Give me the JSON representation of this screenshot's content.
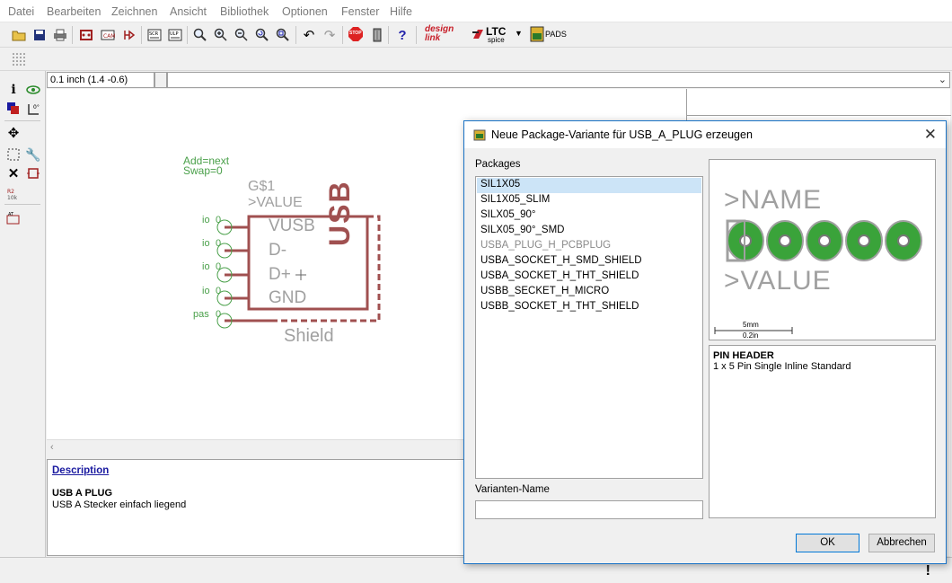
{
  "menu": [
    "Datei",
    "Bearbeiten",
    "Zeichnen",
    "Ansicht",
    "Bibliothek",
    "Optionen",
    "Fenster",
    "Hilfe"
  ],
  "toolbar": {
    "design_link_label": "design link",
    "ltc_label": "LTC",
    "spice_label": "spice",
    "pads_label": "PADS",
    "stop_label": "STOP"
  },
  "coord": "0.1 inch (1.4 -0.6)",
  "schematic": {
    "add_label": "Add=next",
    "swap_label": "Swap=0",
    "name_label": "G$1",
    "value_label": ">VALUE",
    "pins": [
      "VUSB",
      "D-",
      "D+",
      "GND"
    ],
    "pin_io": "io",
    "pin_pas": "pas",
    "pin_zero": "0",
    "symbol_text": "USB",
    "shield_label": "Shield"
  },
  "description": {
    "link": "Description",
    "title": "USB A PLUG",
    "text": "USB A Stecker einfach liegend"
  },
  "dialog": {
    "title": "Neue Package-Variante für USB_A_PLUG erzeugen",
    "packages_label": "Packages",
    "packages": [
      {
        "name": "SIL1X05",
        "selected": true,
        "disabled": false
      },
      {
        "name": "SIL1X05_SLIM",
        "selected": false,
        "disabled": false
      },
      {
        "name": "SILX05_90°",
        "selected": false,
        "disabled": false
      },
      {
        "name": "SILX05_90°_SMD",
        "selected": false,
        "disabled": false
      },
      {
        "name": "USBA_PLUG_H_PCBPLUG",
        "selected": false,
        "disabled": true
      },
      {
        "name": "USBA_SOCKET_H_SMD_SHIELD",
        "selected": false,
        "disabled": false
      },
      {
        "name": "USBA_SOCKET_H_THT_SHIELD",
        "selected": false,
        "disabled": false
      },
      {
        "name": "USBB_SECKET_H_MICRO",
        "selected": false,
        "disabled": false
      },
      {
        "name": "USBB_SOCKET_H_THT_SHIELD",
        "selected": false,
        "disabled": false
      }
    ],
    "variant_label": "Varianten-Name",
    "variant_value": "",
    "preview": {
      "name_text": ">NAME",
      "value_text": ">VALUE",
      "scale_mm": "5mm",
      "scale_in": "0.2in"
    },
    "info_title": "PIN HEADER",
    "info_text": "1 x 5 Pin Single Inline Standard",
    "ok_label": "OK",
    "cancel_label": "Abbrechen"
  },
  "colors": {
    "schematic_symbol": "#a05050",
    "schematic_text": "#a0a0a0",
    "pin_green": "#4aa04a",
    "pad_green": "#3aa33a",
    "selection": "#cce4f7",
    "dialog_border": "#1a73c6"
  }
}
